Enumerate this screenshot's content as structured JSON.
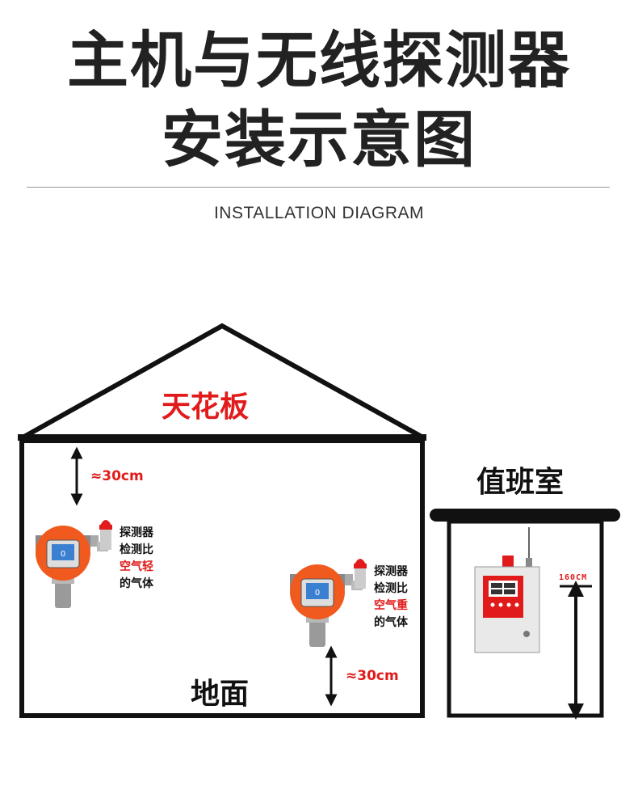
{
  "header": {
    "title_line1": "主机与无线探测器",
    "title_line2": "安装示意图",
    "subtitle": "INSTALLATION DIAGRAM"
  },
  "house": {
    "ceiling_label": "天花板",
    "floor_label": "地面",
    "top_distance": "≈30cm",
    "bottom_distance": "≈30cm",
    "detector_light": {
      "line1": "探测器",
      "line2": "检测比",
      "line3": "空气轻",
      "line4": "的气体"
    },
    "detector_heavy": {
      "line1": "探测器",
      "line2": "检测比",
      "line3": "空气重",
      "line4": "的气体"
    },
    "detector_screen_value": "0"
  },
  "duty_room": {
    "label": "值班室",
    "height_label": "160CM"
  },
  "colors": {
    "accent_red": "#e11b1b",
    "detector_orange": "#f05a1e",
    "outline": "#111111"
  }
}
